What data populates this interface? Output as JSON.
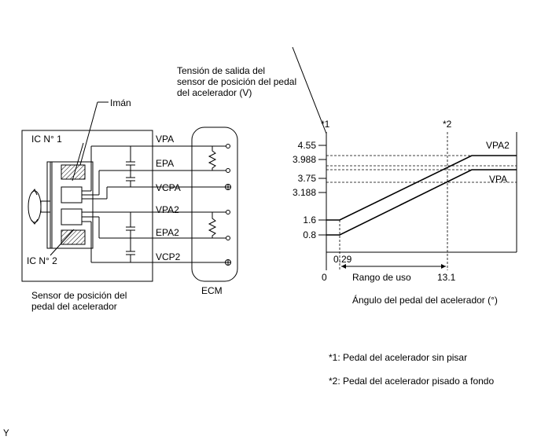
{
  "sensor": {
    "label_line1": "Sensor de posición del",
    "label_line2": "pedal del acelerador",
    "ic1": "IC N° 1",
    "ic2": "IC N° 2",
    "magnet": "Imán"
  },
  "ecm": {
    "label": "ECM"
  },
  "terminals": [
    "VPA",
    "EPA",
    "VCPA",
    "VPA2",
    "EPA2",
    "VCP2"
  ],
  "graph": {
    "ylabel_lines": [
      "Tensión de salida del",
      "sensor de posición del pedal",
      "del acelerador (V)"
    ],
    "xlabel": "Ángulo del pedal del acelerador (°)",
    "range_label": "Rango de uso",
    "mark1": "*1",
    "mark2": "*2",
    "y_ticks": [
      "4.55",
      "3.988",
      "3.75",
      "3.188",
      "1.6",
      "0.8"
    ],
    "x_ticks": [
      "0",
      "0.29",
      "13.1"
    ],
    "series": [
      "VPA2",
      "VPA"
    ]
  },
  "notes": [
    "*1: Pedal del acelerador sin pisar",
    "*2: Pedal del acelerador pisado a fondo"
  ],
  "corner_mark": "Y"
}
